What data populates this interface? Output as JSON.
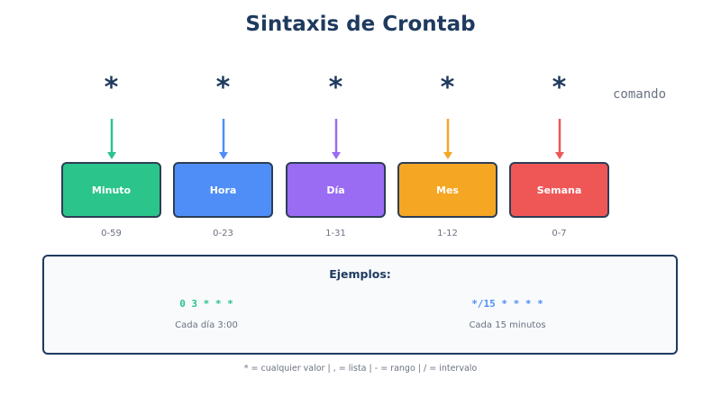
{
  "title": "Sintaxis de Crontab",
  "fields": [
    {
      "symbol": "*",
      "label": "Minuto",
      "range": "0-59",
      "color": "#2bc48a"
    },
    {
      "symbol": "*",
      "label": "Hora",
      "range": "0-23",
      "color": "#4f8ef7"
    },
    {
      "symbol": "*",
      "label": "Día",
      "range": "1-31",
      "color": "#9a6cf3"
    },
    {
      "symbol": "*",
      "label": "Mes",
      "range": "1-12",
      "color": "#f5a623"
    },
    {
      "symbol": "*",
      "label": "Semana",
      "range": "0-7",
      "color": "#ef5757"
    }
  ],
  "command_label": "comando",
  "examples": {
    "title": "Ejemplos:",
    "items": [
      {
        "expression": "0 3 * * *",
        "description": "Cada día 3:00",
        "color": "#2bc48a"
      },
      {
        "expression": "*/15 * * * *",
        "description": "Cada 15 minutos",
        "color": "#4f8ef7"
      }
    ]
  },
  "legend": "* = cualquier valor | , = lista | - = rango | / = intervalo"
}
